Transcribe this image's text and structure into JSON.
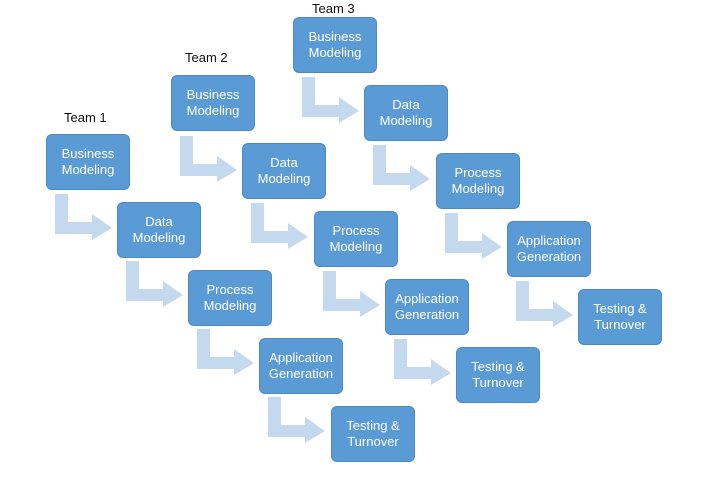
{
  "diagram": {
    "teams": [
      {
        "label": "Team 1",
        "steps": [
          "Business\nModeling",
          "Data\nModeling",
          "Process\nModeling",
          "Application\nGeneration",
          "Testing &\nTurnover"
        ]
      },
      {
        "label": "Team 2",
        "steps": [
          "Business\nModeling",
          "Data\nModeling",
          "Process\nModeling",
          "Application\nGeneration",
          "Testing &\nTurnover"
        ]
      },
      {
        "label": "Team 3",
        "steps": [
          "Business\nModeling",
          "Data\nModeling",
          "Process\nModeling",
          "Application\nGeneration",
          "Testing &\nTurnover"
        ]
      }
    ],
    "colors": {
      "box_fill": "#5b9bd5",
      "box_border": "#4d8ac4",
      "box_text": "#ffffff",
      "arrow_fill": "#c5d9ee"
    }
  }
}
